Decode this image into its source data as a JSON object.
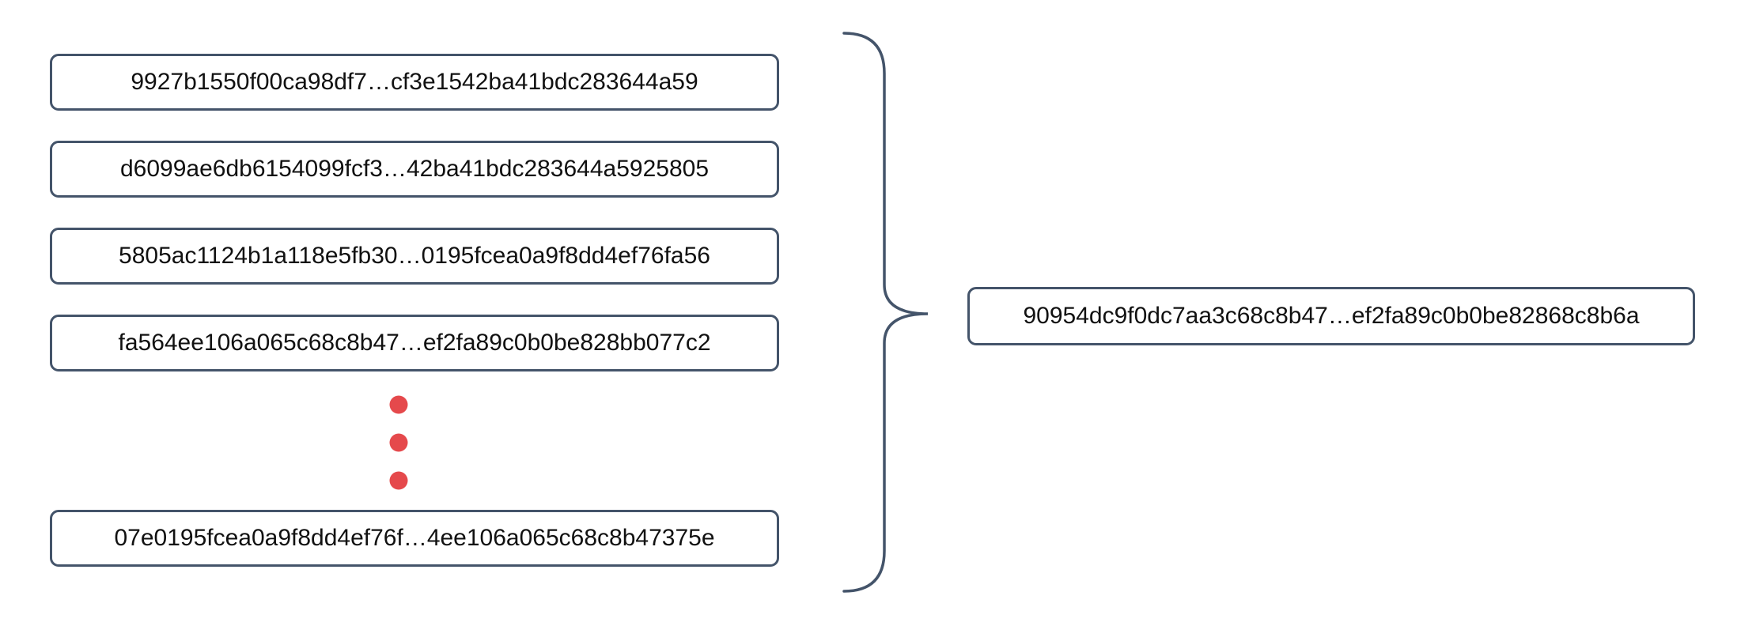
{
  "diagram": {
    "description": "Multiple hash values combined into a single hash value",
    "hash_inputs": [
      {
        "value": "9927b1550f00ca98df7…cf3e1542ba41bdc283644a59"
      },
      {
        "value": "d6099ae6db6154099fcf3…42ba41bdc283644a5925805"
      },
      {
        "value": "5805ac1124b1a118e5fb30…0195fcea0a9f8dd4ef76fa56"
      },
      {
        "value": "fa564ee106a065c68c8b47…ef2fa89c0b0be828bb077c2"
      },
      {
        "value": "07e0195fcea0a9f8dd4ef76f…4ee106a065c68c8b47375e"
      }
    ],
    "ellipsis_dots_count": 3,
    "hash_output": {
      "value": "90954dc9f0dc7aa3c68c8b47…ef2fa89c0b0be82868c8b6a"
    },
    "colors": {
      "outline": "#44546a",
      "brace": "#44546a",
      "dots": "#e5494c",
      "text": "#111111",
      "background": "#ffffff"
    }
  }
}
